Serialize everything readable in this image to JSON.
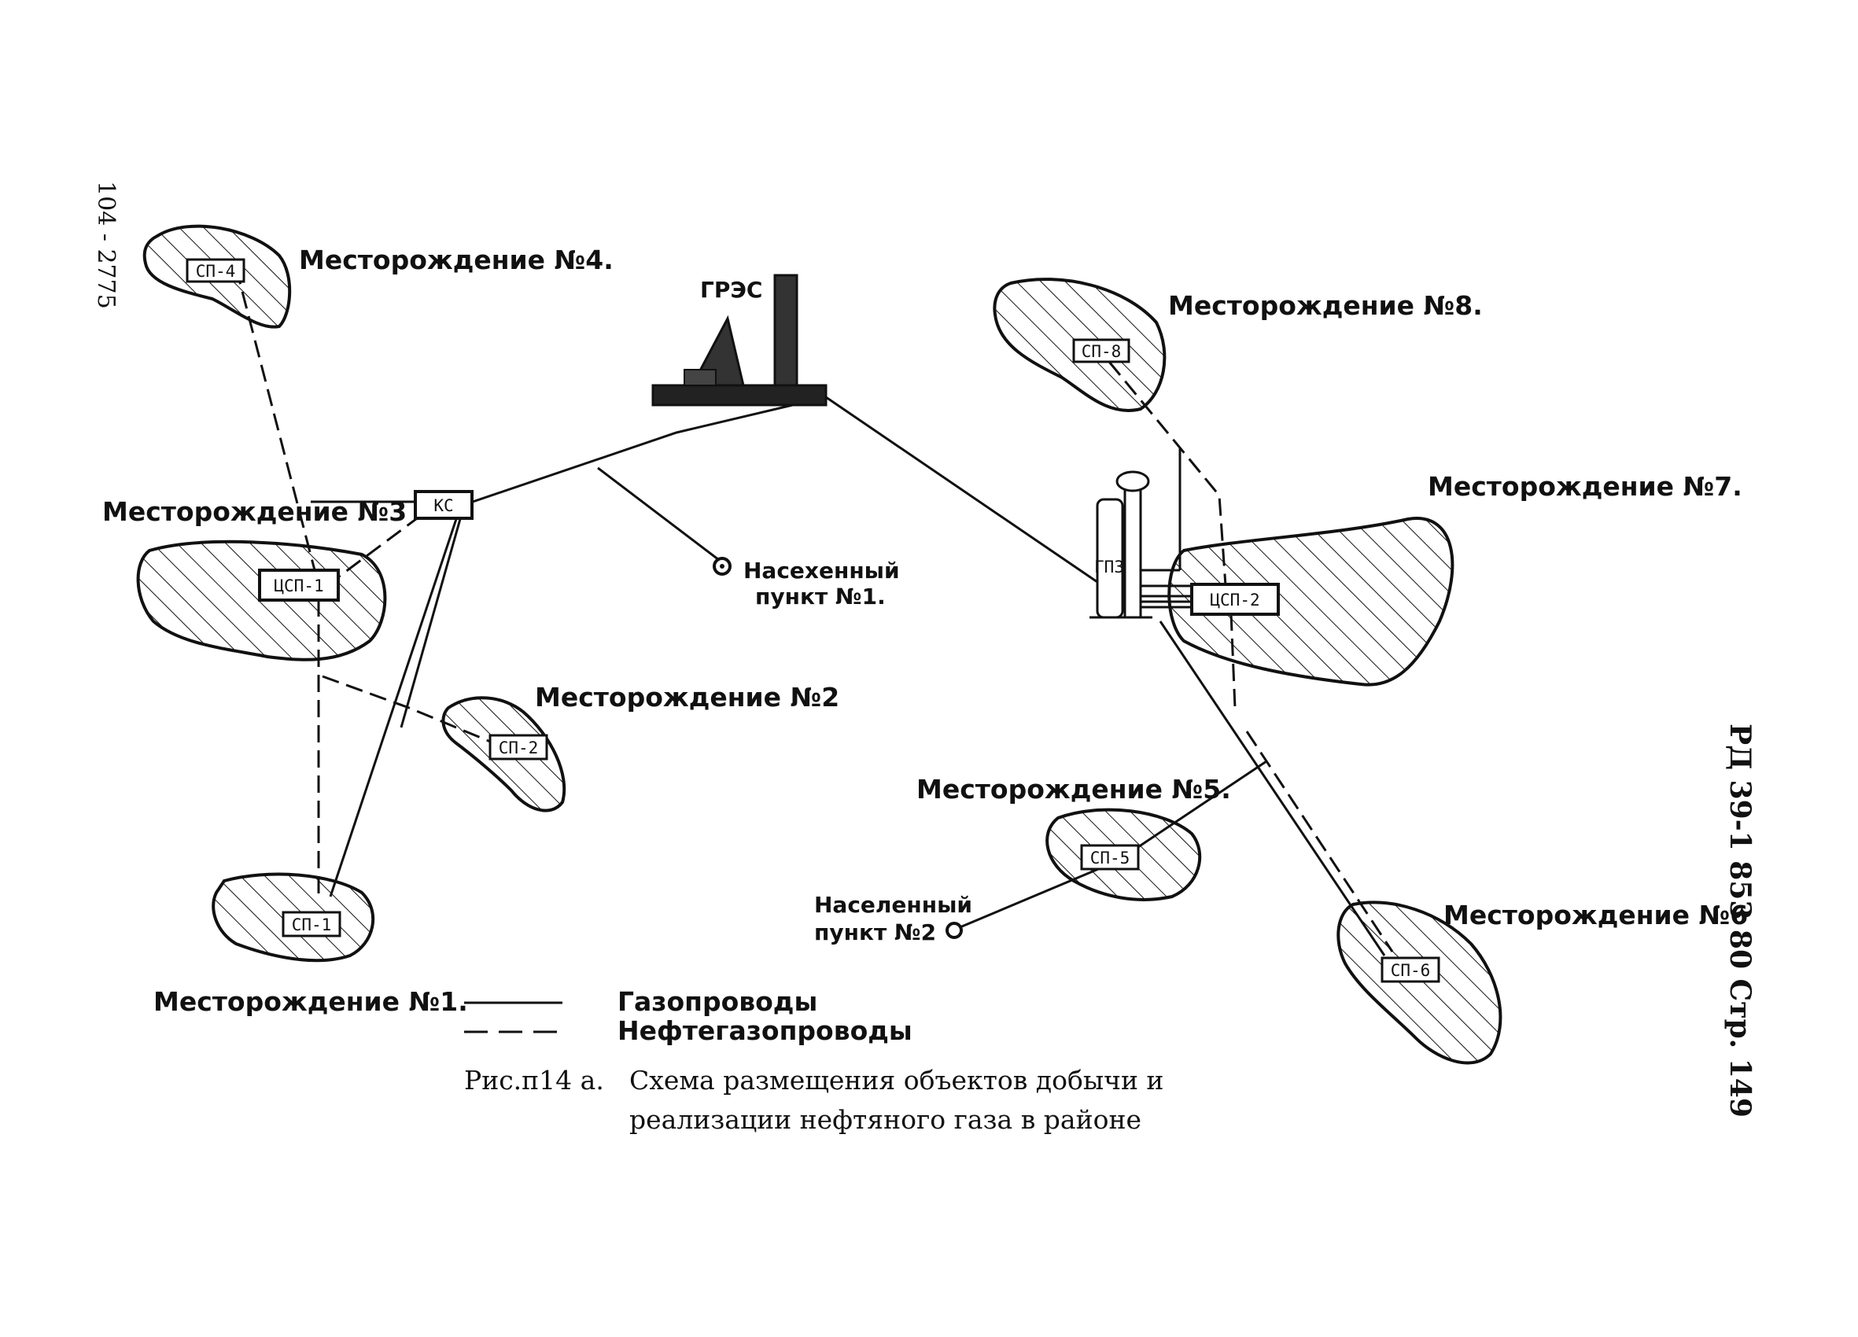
{
  "fields": {
    "f1": "Месторождение №1.",
    "f2": "Месторождение №2",
    "f3": "Месторождение №3",
    "f4": "Месторождение №4.",
    "f5": "Месторождение №5.",
    "f6": "Месторождение №6",
    "f7": "Месторождение №7.",
    "f8": "Месторождение №8."
  },
  "nodes": {
    "sp1": "СП-1",
    "sp2": "СП-2",
    "sp4": "СП-4",
    "sp5": "СП-5",
    "sp6": "СП-6",
    "sp8": "СП-8",
    "csp1": "ЦСП-1",
    "csp2": "ЦСП-2",
    "ks": "КС",
    "gpz": "ГПЗ",
    "gres": "ГРЭС"
  },
  "settlements": {
    "s1_line1": "Насехенный",
    "s1_line2": "пункт №1.",
    "s2_line1": "Населенный",
    "s2_line2": "пункт №2"
  },
  "legend": {
    "gas": "Газопроводы",
    "oilgas": "Нефтегазопроводы"
  },
  "caption": {
    "fig": "Рис.п14 а.",
    "line1": "Схема размещения объектов добычи и",
    "line2": "реализации нефтяного газа в районе"
  },
  "side_text": "РД 39-1 853 80 Стр. 149",
  "corner_note": "104 - 2775"
}
